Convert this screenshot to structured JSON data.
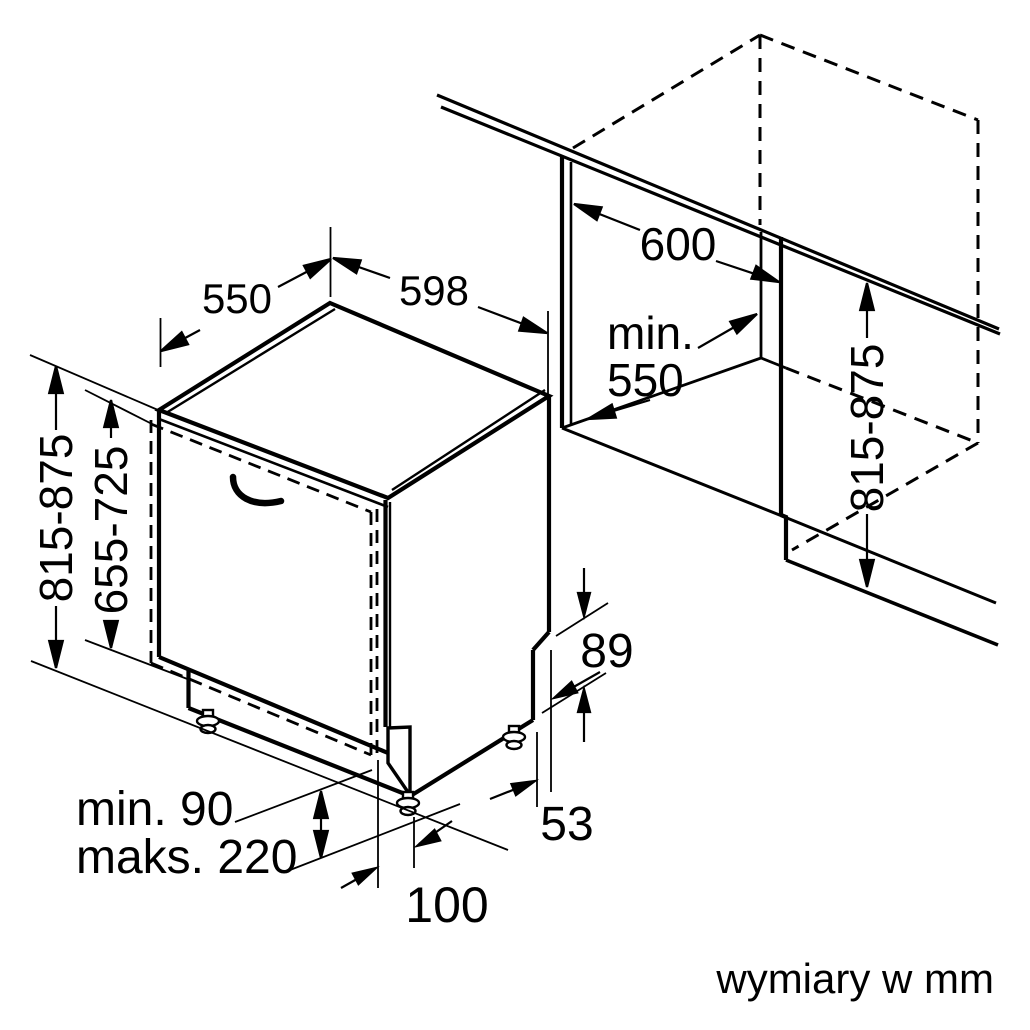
{
  "colors": {
    "ink": "#000000",
    "paper": "#ffffff"
  },
  "unit_note": "wymiary w mm",
  "dimensions": {
    "appliance_top_depth": "550",
    "appliance_top_width": "598",
    "appliance_height_range": "815-875",
    "furniture_door_height_range": "655-725",
    "niche_width": "600",
    "niche_depth_prefix": "min.",
    "niche_depth_value": "550",
    "niche_height_range": "815-875",
    "base_rear_gap_height": "89",
    "base_side_setback": "53",
    "plinth_min": "min. 90",
    "plinth_max": "maks. 220",
    "foot_setback": "100"
  }
}
